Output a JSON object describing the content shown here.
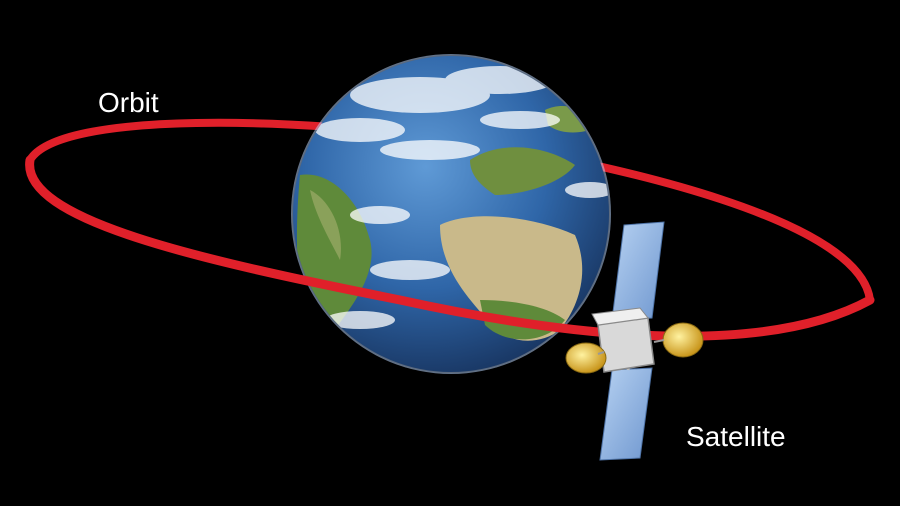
{
  "labels": {
    "orbit": "Orbit",
    "satellite": "Satellite"
  },
  "colors": {
    "background": "#000000",
    "orbit": "#e0202a",
    "ocean": "#2f66a8",
    "land": "#c9b98a",
    "vegetation": "#5f8a3a",
    "clouds": "#ffffff",
    "solar_panel": "#8fb4e6",
    "satellite_body": "#d9d9d9",
    "antenna": "#e8c23a",
    "text": "#ffffff"
  },
  "icons": {
    "earth": "earth-globe",
    "satellite": "communication-satellite"
  }
}
